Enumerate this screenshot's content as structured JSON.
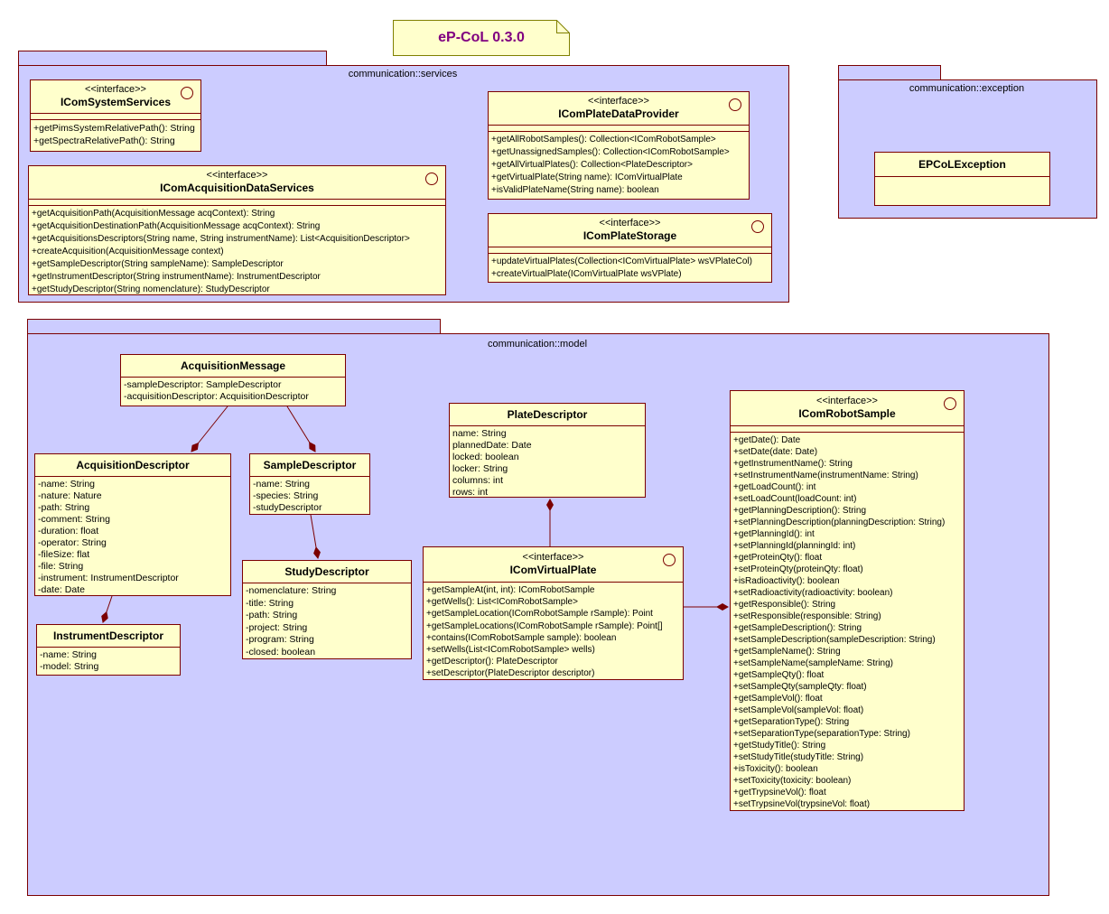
{
  "note": {
    "text": "eP-CoL 0.3.0"
  },
  "colors": {
    "package_fill": "#ccccff",
    "class_fill": "#ffffcc",
    "border": "#7b0000",
    "note_border": "#808000",
    "note_text": "#800080"
  },
  "packages": {
    "services": {
      "label": "communication::services"
    },
    "exception": {
      "label": "communication::exception"
    },
    "model": {
      "label": "communication::model"
    }
  },
  "classes": [
    {
      "id": "IComSystemServices",
      "kind": "interface",
      "stereotype": "<<interface>>",
      "name": "IComSystemServices",
      "attributes": [],
      "methods": [
        "+getPimsSystemRelativePath(): String",
        "+getSpectraRelativePath(): String"
      ]
    },
    {
      "id": "IComAcquisitionDataServices",
      "kind": "interface",
      "stereotype": "<<interface>>",
      "name": "IComAcquisitionDataServices",
      "attributes": [],
      "methods": [
        "+getAcquisitionPath(AcquisitionMessage acqContext): String",
        "+getAcquisitionDestinationPath(AcquisitionMessage acqContext): String",
        "+getAcquisitionsDescriptors(String name, String instrumentName): List<AcquisitionDescriptor>",
        "+createAcquisition(AcquisitionMessage context)",
        "+getSampleDescriptor(String sampleName): SampleDescriptor",
        "+getInstrumentDescriptor(String instrumentName): InstrumentDescriptor",
        "+getStudyDescriptor(String nomenclature): StudyDescriptor"
      ]
    },
    {
      "id": "IComPlateDataProvider",
      "kind": "interface",
      "stereotype": "<<interface>>",
      "name": "IComPlateDataProvider",
      "attributes": [],
      "methods": [
        "+getAllRobotSamples(): Collection<IComRobotSample>",
        "+getUnassignedSamples(): Collection<IComRobotSample>",
        "+getAllVirtualPlates(): Collection<PlateDescriptor>",
        "+getVirtualPlate(String name): IComVirtualPlate",
        "+isValidPlateName(String name): boolean"
      ]
    },
    {
      "id": "IComPlateStorage",
      "kind": "interface",
      "stereotype": "<<interface>>",
      "name": "IComPlateStorage",
      "attributes": [],
      "methods": [
        "+updateVirtualPlates(Collection<IComVirtualPlate> wsVPlateCol)",
        "+createVirtualPlate(IComVirtualPlate wsVPlate)"
      ]
    },
    {
      "id": "EPCoLException",
      "kind": "class",
      "stereotype": "",
      "name": "EPCoLException",
      "attributes": [],
      "methods": []
    },
    {
      "id": "AcquisitionMessage",
      "kind": "class",
      "stereotype": "",
      "name": "AcquisitionMessage",
      "attributes": [
        "-sampleDescriptor: SampleDescriptor",
        "-acquisitionDescriptor: AcquisitionDescriptor"
      ],
      "methods": []
    },
    {
      "id": "AcquisitionDescriptor",
      "kind": "class",
      "stereotype": "",
      "name": "AcquisitionDescriptor",
      "attributes": [
        "-name: String",
        "-nature: Nature",
        "-path: String",
        "-comment: String",
        "-duration: float",
        "-operator: String",
        "-fileSize: flat",
        "-file: String",
        "-instrument: InstrumentDescriptor",
        "-date: Date"
      ],
      "methods": []
    },
    {
      "id": "SampleDescriptor",
      "kind": "class",
      "stereotype": "",
      "name": "SampleDescriptor",
      "attributes": [
        "-name: String",
        "-species: String",
        "-studyDescriptor"
      ],
      "methods": []
    },
    {
      "id": "StudyDescriptor",
      "kind": "class",
      "stereotype": "",
      "name": "StudyDescriptor",
      "attributes": [
        "-nomenclature: String",
        "-title: String",
        "-path: String",
        "-project: String",
        "-program: String",
        "-closed: boolean"
      ],
      "methods": []
    },
    {
      "id": "InstrumentDescriptor",
      "kind": "class",
      "stereotype": "",
      "name": "InstrumentDescriptor",
      "attributes": [
        "-name: String",
        "-model: String"
      ],
      "methods": []
    },
    {
      "id": "PlateDescriptor",
      "kind": "class",
      "stereotype": "",
      "name": "PlateDescriptor",
      "attributes": [
        "name: String",
        "plannedDate: Date",
        "locked: boolean",
        "locker: String",
        "columns: int",
        "rows: int"
      ],
      "methods": []
    },
    {
      "id": "IComVirtualPlate",
      "kind": "interface",
      "stereotype": "<<interface>>",
      "name": "IComVirtualPlate",
      "attributes": [],
      "methods": [
        "+getSampleAt(int, int): IComRobotSample",
        "+getWells(): List<IComRobotSample>",
        "+getSampleLocation(IComRobotSample rSample): Point",
        "+getSampleLocations(IComRobotSample rSample): Point[]",
        "+contains(IComRobotSample sample): boolean",
        "+setWells(List<IComRobotSample> wells)",
        "+getDescriptor(): PlateDescriptor",
        "+setDescriptor(PlateDescriptor descriptor)"
      ]
    },
    {
      "id": "IComRobotSample",
      "kind": "interface",
      "stereotype": "<<interface>>",
      "name": "IComRobotSample",
      "attributes": [],
      "methods": [
        "+getDate(): Date",
        "+setDate(date: Date)",
        "+getInstrumentName(): String",
        "+setInstrumentName(instrumentName: String)",
        "+getLoadCount(): int",
        "+setLoadCount(loadCount: int)",
        "+getPlanningDescription(): String",
        "+setPlanningDescription(planningDescription: String)",
        "+getPlanningId(): int",
        "+setPlanningId(planningId: int)",
        "+getProteinQty(): float",
        "+setProteinQty(proteinQty: float)",
        "+isRadioactivity(): boolean",
        "+setRadioactivity(radioactivity: boolean)",
        "+getResponsible(): String",
        "+setResponsible(responsible: String)",
        "+getSampleDescription(): String",
        "+setSampleDescription(sampleDescription: String)",
        "+getSampleName(): String",
        "+setSampleName(sampleName: String)",
        "+getSampleQty(): float",
        "+setSampleQty(sampleQty: float)",
        "+getSampleVol(): float",
        "+setSampleVol(sampleVol: float)",
        "+getSeparationType(): String",
        "+setSeparationType(separationType: String)",
        "+getStudyTitle(): String",
        "+setStudyTitle(studyTitle: String)",
        "+isToxicity(): boolean",
        "+setToxicity(toxicity: boolean)",
        "+getTrypsineVol(): float",
        "+setTrypsineVol(trypsineVol: float)"
      ]
    }
  ],
  "relations": [
    {
      "from": "AcquisitionMessage",
      "to": "AcquisitionDescriptor",
      "type": "composition"
    },
    {
      "from": "AcquisitionMessage",
      "to": "SampleDescriptor",
      "type": "composition"
    },
    {
      "from": "SampleDescriptor",
      "to": "StudyDescriptor",
      "type": "composition"
    },
    {
      "from": "AcquisitionDescriptor",
      "to": "InstrumentDescriptor",
      "type": "composition"
    },
    {
      "from": "IComVirtualPlate",
      "to": "PlateDescriptor",
      "type": "composition"
    },
    {
      "from": "IComVirtualPlate",
      "to": "IComRobotSample",
      "type": "composition"
    }
  ]
}
